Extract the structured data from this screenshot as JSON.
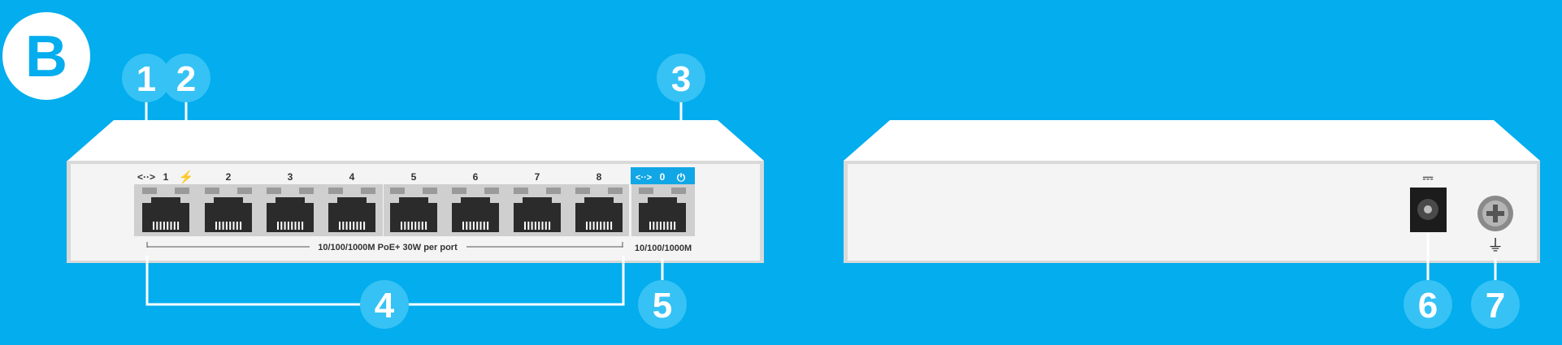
{
  "panel_letter": "B",
  "colors": {
    "background": "#03adee",
    "callout_fill": "#36c2f4",
    "line": "#ffffff",
    "device_body": "#f4f4f4",
    "device_face": "#e6e6e6",
    "port_block": "#cfcfcf",
    "port_hole": "#2b2b2b",
    "uplink_bar": "#11a7e6"
  },
  "front_panel": {
    "activity_symbol": "<··>",
    "poe_symbol": "⚡",
    "port_labels": [
      "1",
      "2",
      "3",
      "4",
      "5",
      "6",
      "7",
      "8"
    ],
    "uplink_label": "0",
    "power_symbol": "⏻",
    "poe_ports_label": "10/100/1000M PoE+ 30W per port",
    "uplink_speed_label": "10/100/1000M"
  },
  "rear_panel": {
    "dc_symbol": "⎓",
    "ground_symbol": "⏚"
  },
  "callouts": [
    "1",
    "2",
    "3",
    "4",
    "5",
    "6",
    "7"
  ]
}
